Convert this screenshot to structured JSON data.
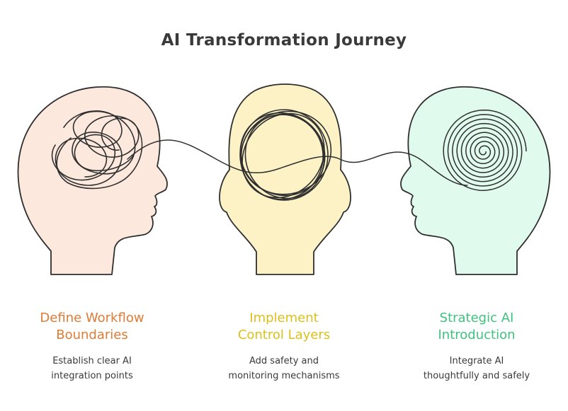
{
  "title": "AI Transformation Journey",
  "colors": {
    "stroke": "#2f2f2f",
    "head_fills": [
      "#fde8dd",
      "#fdf2c6",
      "#e0fbee"
    ],
    "title_colors": [
      "#e07b35",
      "#dcc01b",
      "#3fc27e"
    ]
  },
  "stages": [
    {
      "title_lines": [
        "Define Workflow",
        "Boundaries"
      ],
      "desc_lines": [
        "Establish clear AI",
        "integration points"
      ],
      "icon": "tangled-scribble"
    },
    {
      "title_lines": [
        "Implement",
        "Control Layers"
      ],
      "desc_lines": [
        "Add safety and",
        "monitoring mechanisms"
      ],
      "icon": "circular-scribble"
    },
    {
      "title_lines": [
        "Strategic AI",
        "Introduction"
      ],
      "desc_lines": [
        "Integrate AI",
        "thoughtfully and safely"
      ],
      "icon": "spiral"
    }
  ]
}
